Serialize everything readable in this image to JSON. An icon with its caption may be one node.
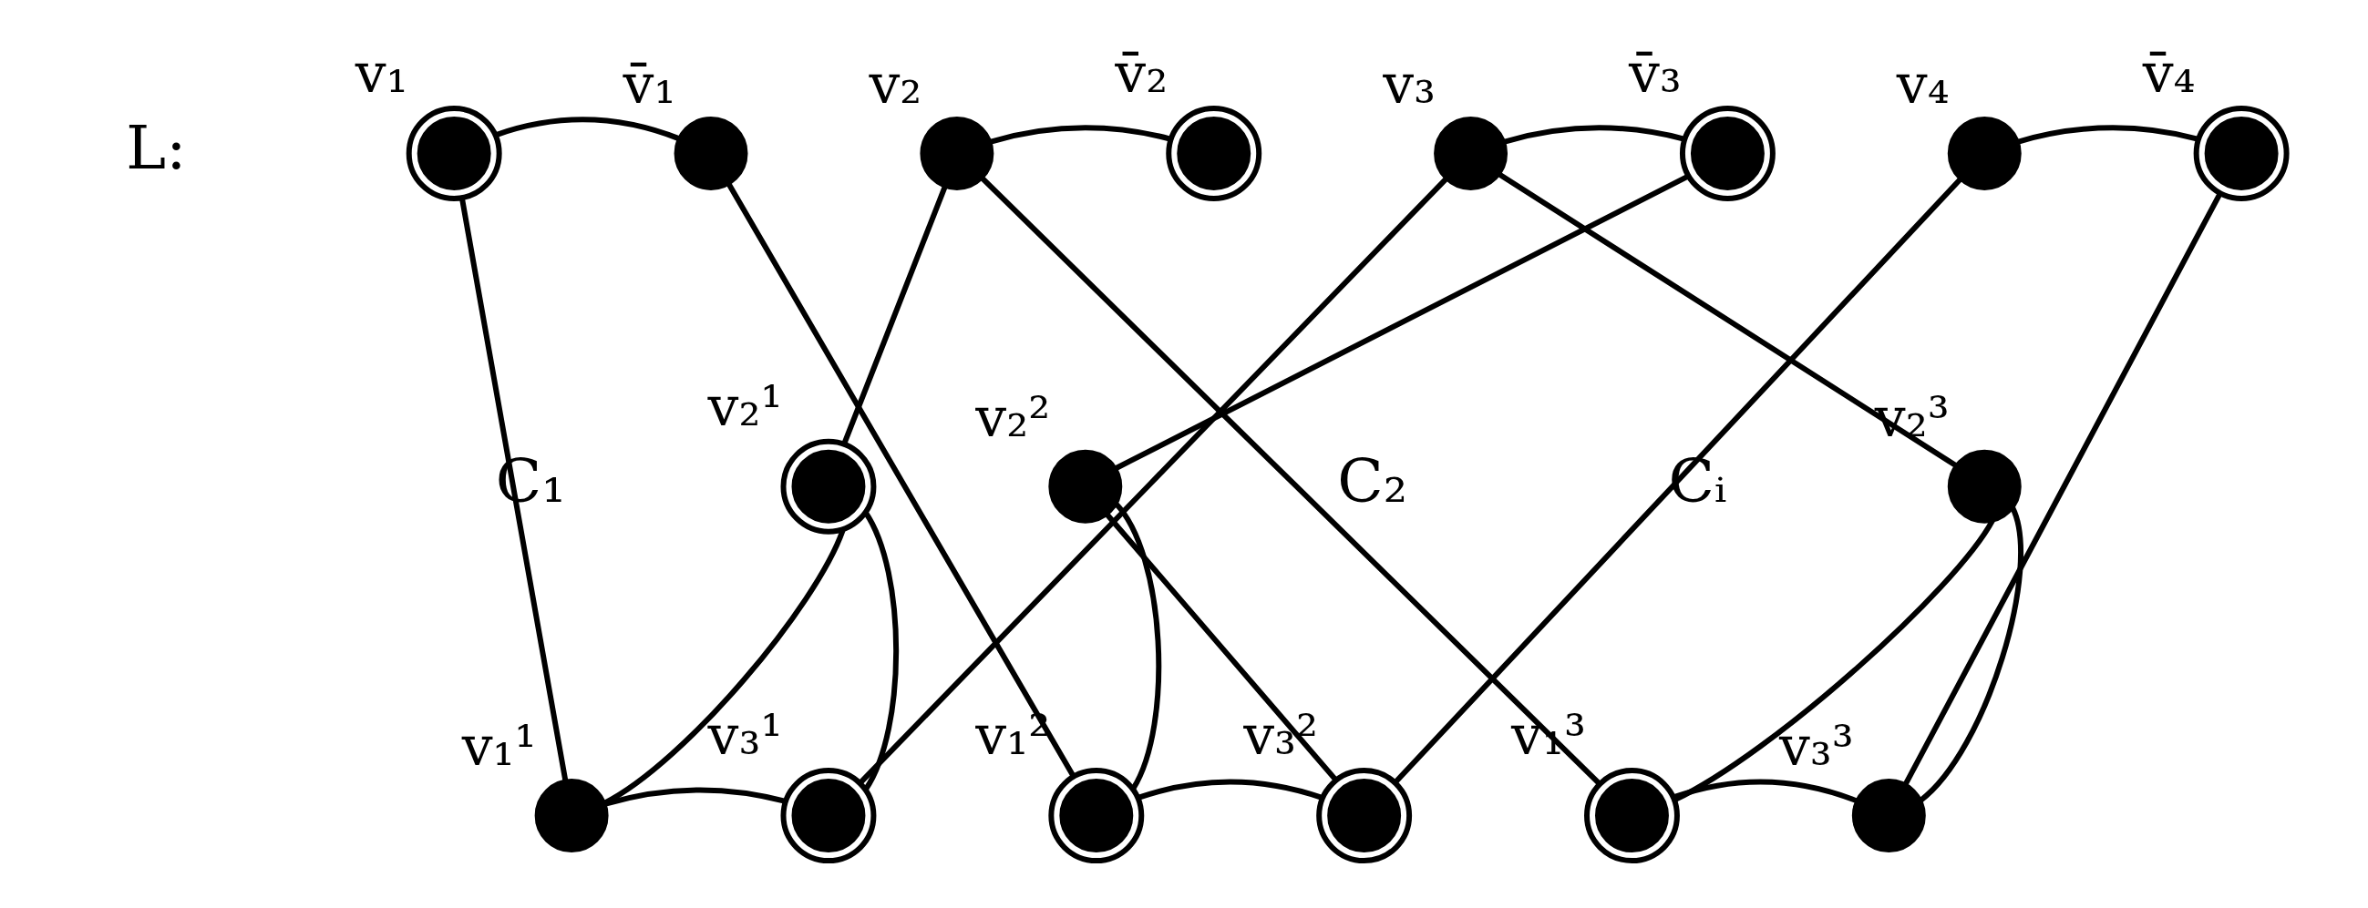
{
  "diagram": {
    "nodes": [
      {
        "text": [],
        "shape": "circle",
        "beside": [
          "v₁"
        ]
      },
      {
        "text": [],
        "shape": "circle",
        "beside": [
          "v̄₁"
        ]
      },
      {
        "text": [],
        "shape": "circle",
        "beside": [
          "v₂"
        ]
      },
      {
        "text": [],
        "shape": "circle",
        "beside": [
          "v̄₂"
        ]
      },
      {
        "text": [],
        "shape": "circle",
        "beside": [
          "v₃"
        ]
      },
      {
        "text": [],
        "shape": "circle",
        "beside": [
          "v̄₃"
        ]
      },
      {
        "text": [],
        "shape": "circle",
        "beside": [
          "v₄"
        ]
      },
      {
        "text": [],
        "shape": "circle",
        "beside": [
          "v̄₄"
        ]
      },
      {
        "text": [],
        "shape": "circle",
        "beside": [
          "v₂¹"
        ]
      },
      {
        "text": [],
        "shape": "circle",
        "beside": [
          "v₂²"
        ]
      },
      {
        "text": [],
        "shape": "circle",
        "beside": [
          "v₂³"
        ]
      },
      {
        "text": [],
        "shape": "circle",
        "beside": [
          "v₁¹"
        ]
      },
      {
        "text": [],
        "shape": "circle",
        "beside": [
          "v₃¹"
        ]
      },
      {
        "text": [],
        "shape": "circle",
        "beside": [
          "v₁²"
        ]
      },
      {
        "text": [],
        "shape": "circle",
        "beside": [
          "v₃²"
        ]
      },
      {
        "text": [],
        "shape": "circle",
        "beside": [
          "v₁³"
        ]
      },
      {
        "text": [],
        "shape": "circle",
        "beside": [
          "v₃³"
        ]
      }
    ],
    "edges": [
      {
        "from": 0,
        "to": 1,
        "arrow": "none"
      },
      {
        "from": 2,
        "to": 3,
        "arrow": "none"
      },
      {
        "from": 4,
        "to": 5,
        "arrow": "none"
      },
      {
        "from": 6,
        "to": 7,
        "arrow": "none"
      },
      {
        "from": 0,
        "to": 11,
        "arrow": "none"
      },
      {
        "from": 1,
        "to": 13,
        "arrow": "none"
      },
      {
        "from": 2,
        "to": 8,
        "arrow": "none"
      },
      {
        "from": 2,
        "to": 15,
        "arrow": "none"
      },
      {
        "from": 4,
        "to": 12,
        "arrow": "none"
      },
      {
        "from": 4,
        "to": 10,
        "arrow": "none"
      },
      {
        "from": 5,
        "to": 9,
        "arrow": "none"
      },
      {
        "from": 6,
        "to": 14,
        "arrow": "none"
      },
      {
        "from": 7,
        "to": 16,
        "arrow": "none"
      },
      {
        "from": 11,
        "to": 8,
        "arrow": "none"
      },
      {
        "from": 8,
        "to": 12,
        "arrow": "none"
      },
      {
        "from": 11,
        "to": 12,
        "arrow": "none"
      },
      {
        "from": 13,
        "to": 9,
        "arrow": "none"
      },
      {
        "from": 9,
        "to": 14,
        "arrow": "none"
      },
      {
        "from": 13,
        "to": 14,
        "arrow": "none"
      },
      {
        "from": 15,
        "to": 10,
        "arrow": "none"
      },
      {
        "from": 10,
        "to": 16,
        "arrow": "none"
      },
      {
        "from": 15,
        "to": 16,
        "arrow": "none"
      }
    ],
    "labels": [
      "L:",
      "C₁",
      "C₂",
      "Cᵢ"
    ]
  }
}
